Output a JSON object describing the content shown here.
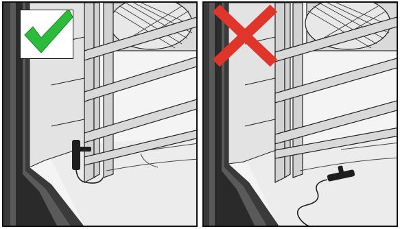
{
  "panels": [
    {
      "verdict": "correct",
      "badge_icon": "green-checkmark-icon",
      "badge_color": "#2dbb3b",
      "probe_position": "hung-on-rack"
    },
    {
      "verdict": "incorrect",
      "badge_icon": "red-cross-icon",
      "badge_color": "#e0352b",
      "probe_position": "lying-on-oven-floor"
    }
  ],
  "colors": {
    "line": "#222222",
    "metal_light": "#d9d9d9",
    "metal_mid": "#bdbdbd",
    "floor": "#eeeeee",
    "probe": "#1e1e1e"
  }
}
